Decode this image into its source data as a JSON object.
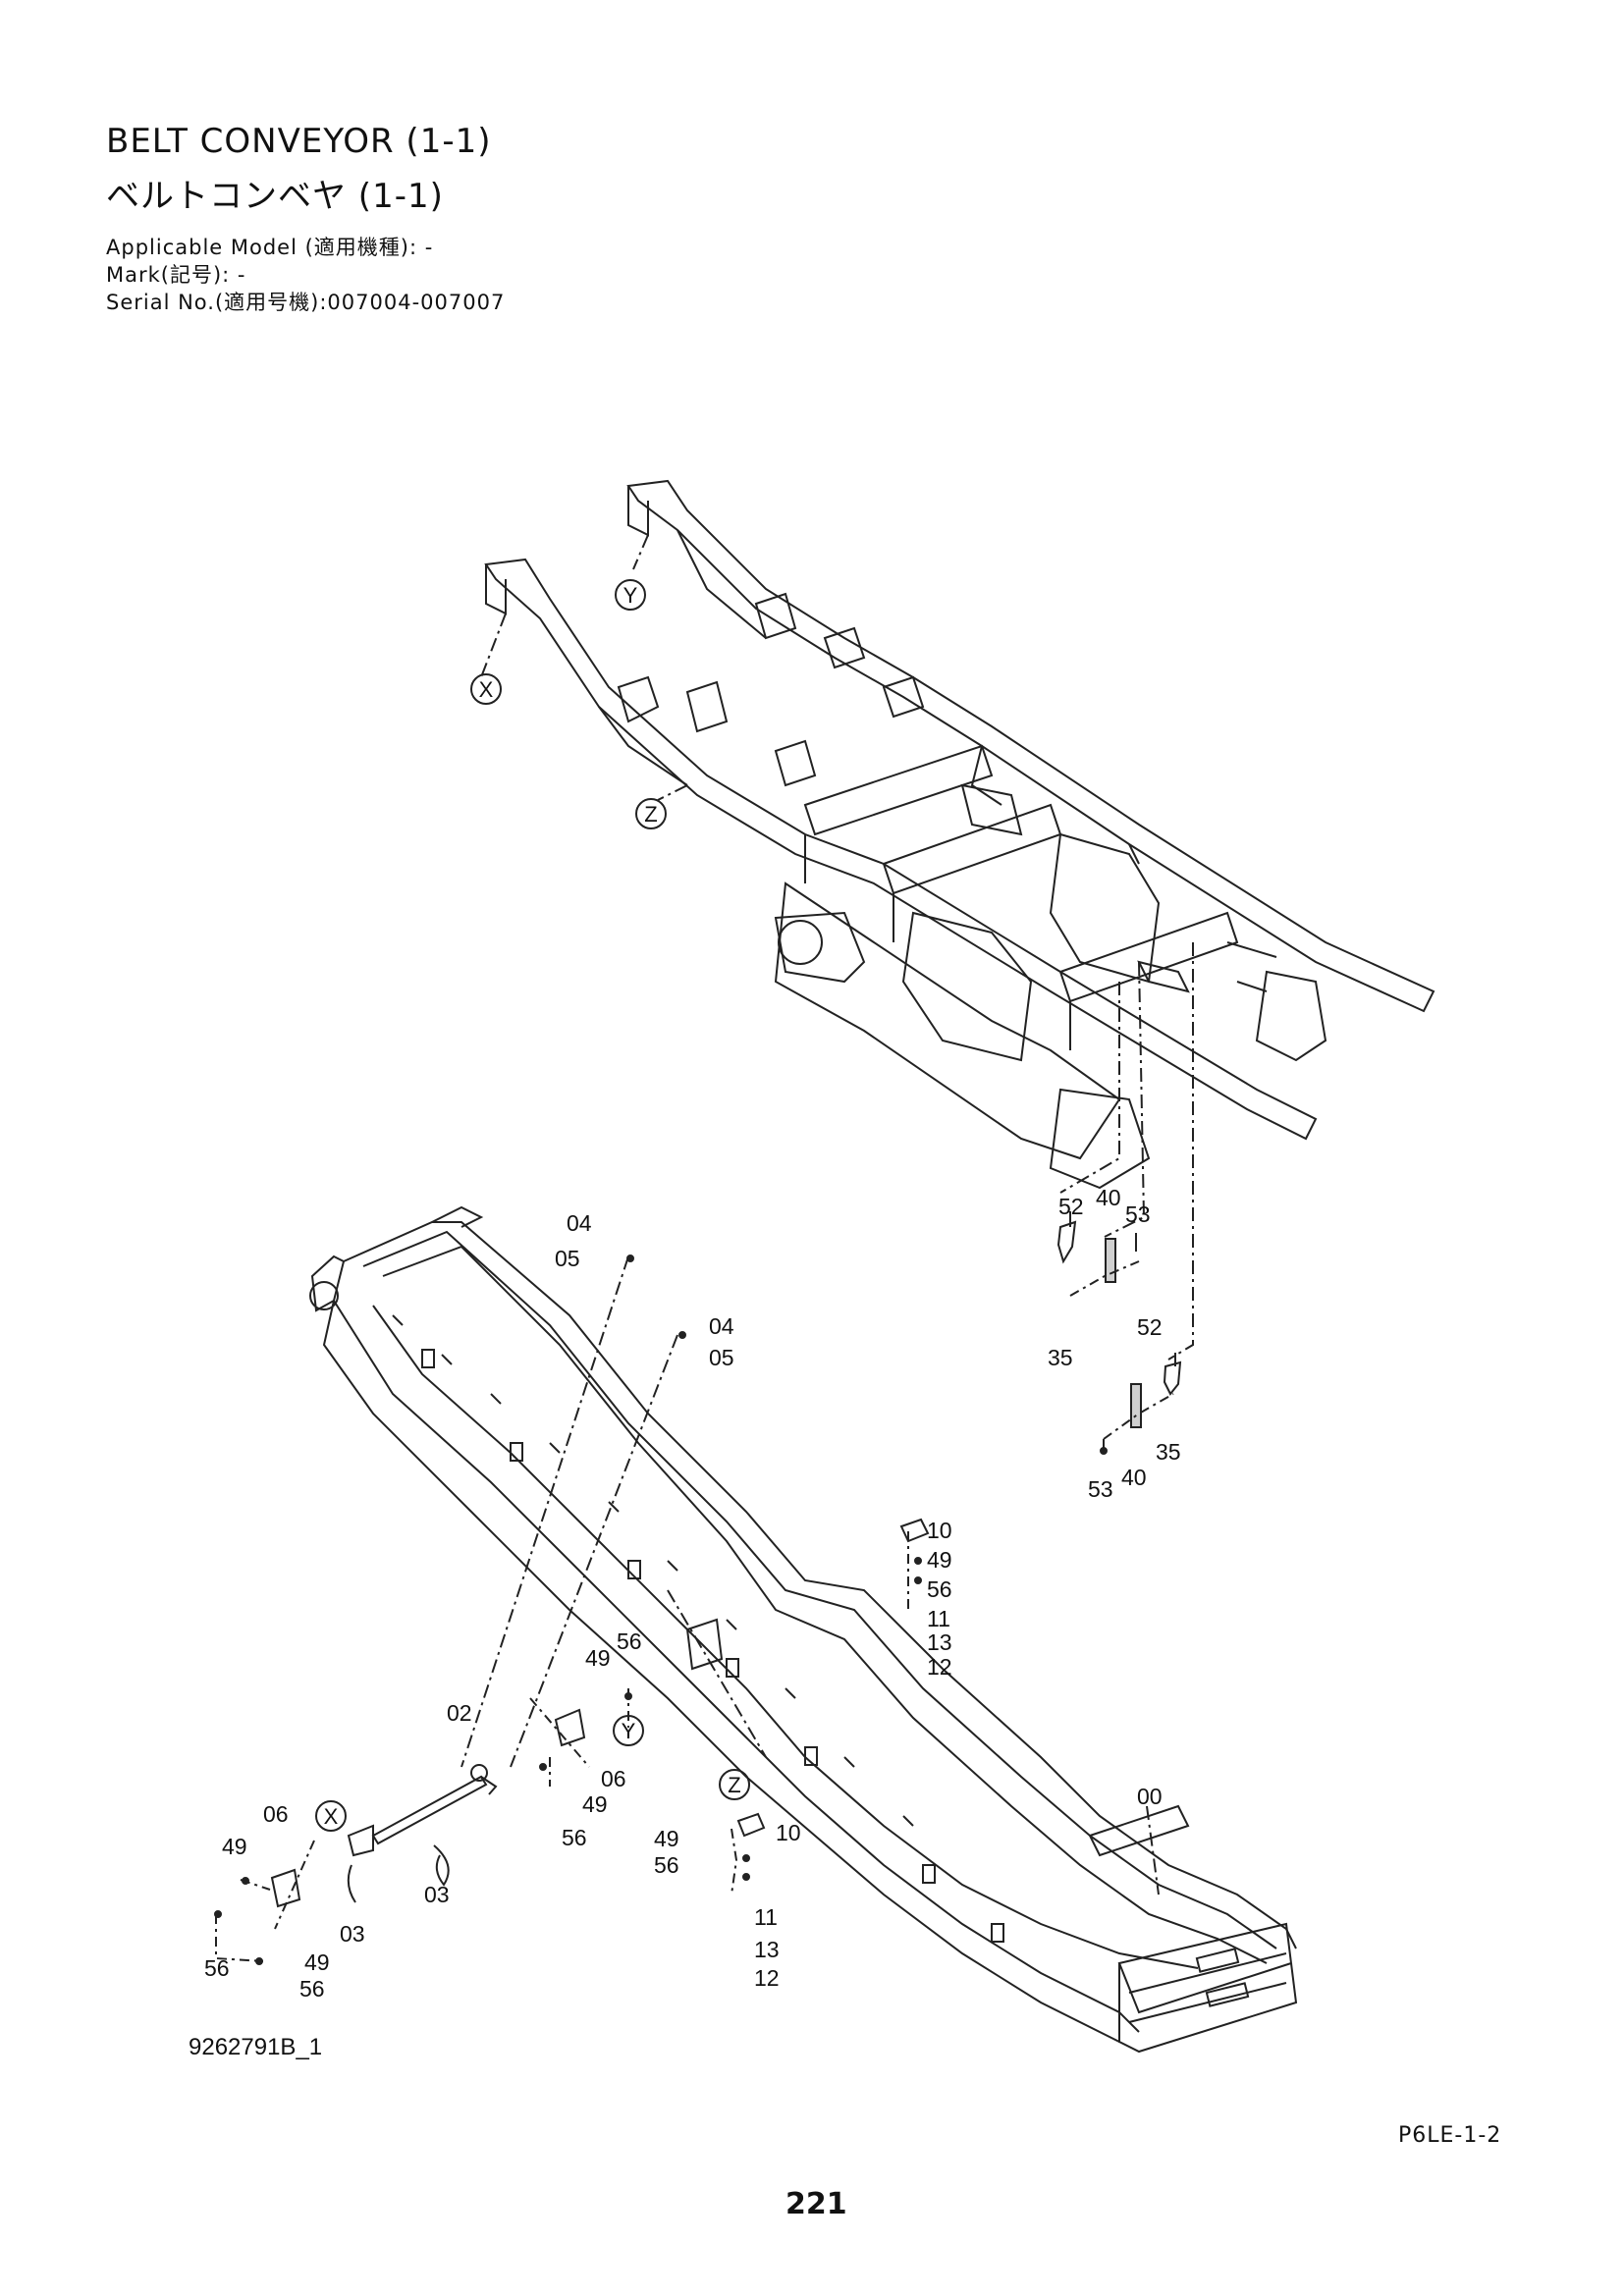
{
  "header": {
    "title_en": "BELT CONVEYOR (1-1)",
    "title_jp": "ベルトコンベヤ (1-1)",
    "applicable_model": "Applicable Model (適用機種): -",
    "mark": "Mark(記号): -",
    "serial_no": "Serial No.(適用号機):007004-007007"
  },
  "references": {
    "x": "X",
    "y": "Y",
    "z": "Z"
  },
  "callouts": {
    "c00": "00",
    "c02": "02",
    "c03a": "03",
    "c03b": "03",
    "c04a": "04",
    "c05a": "05",
    "c04b": "04",
    "c05b": "05",
    "c06a": "06",
    "c06b": "06",
    "c10a": "10",
    "c49a": "49",
    "c56a": "56",
    "c11a": "11",
    "c13a": "13",
    "c12a": "12",
    "c10b": "10",
    "c49b": "49",
    "c56b": "56",
    "c11b": "11",
    "c13b": "13",
    "c12b": "12",
    "c49c": "49",
    "c56c": "56",
    "c49d": "49",
    "c56d": "56",
    "c49e": "49",
    "c56e": "56",
    "c49f": "49",
    "c56f": "56",
    "c52a": "52",
    "c40a": "40",
    "c53a": "53",
    "c35a": "35",
    "c52b": "52",
    "c35b": "35",
    "c53b": "53",
    "c40b": "40"
  },
  "footer": {
    "drawing_code": "9262791B_1",
    "sheet_code": "P6LE-1-2",
    "page_number": "221"
  }
}
